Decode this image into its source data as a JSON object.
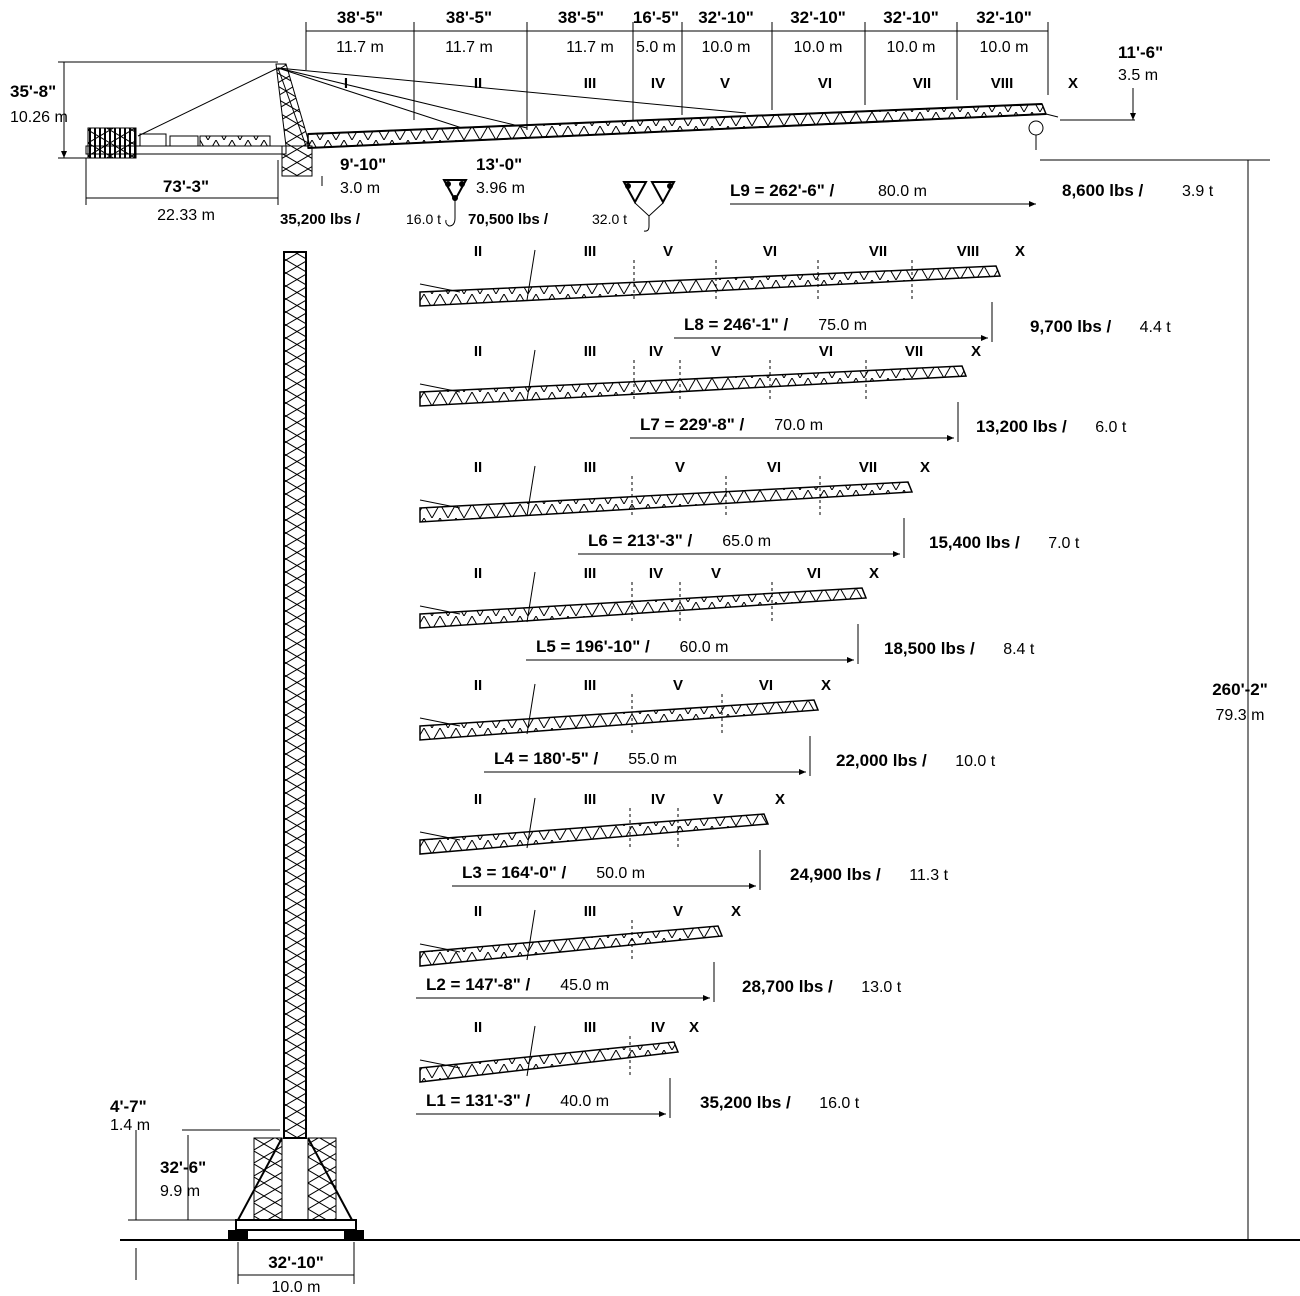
{
  "jib_sections": [
    {
      "ft": "38'-5\"",
      "m": "11.7 m",
      "roman": "I"
    },
    {
      "ft": "38'-5\"",
      "m": "11.7 m",
      "roman": "II"
    },
    {
      "ft": "38'-5\"",
      "m": "11.7 m",
      "roman": "III"
    },
    {
      "ft": "16'-5\"",
      "m": "5.0 m",
      "roman": "IV"
    },
    {
      "ft": "32'-10\"",
      "m": "10.0 m",
      "roman": "V"
    },
    {
      "ft": "32'-10\"",
      "m": "10.0 m",
      "roman": "VI"
    },
    {
      "ft": "32'-10\"",
      "m": "10.0 m",
      "roman": "VII"
    },
    {
      "ft": "32'-10\"",
      "m": "10.0 m",
      "roman": "VIII"
    }
  ],
  "tip_label": "X",
  "top_dims": {
    "height_ft": "35'-8\"",
    "height_m": "10.26 m",
    "tip_ft": "11'-6\"",
    "tip_m": "3.5 m",
    "counterjib_ft": "73'-3\"",
    "counterjib_m": "22.33 m",
    "pivot_ft": "9'-10\"",
    "pivot_m": "3.0 m",
    "hook_ft": "13'-0\"",
    "hook_m": "3.96 m"
  },
  "hooks": {
    "single_lbs": "35,200 lbs /",
    "single_t": "16.0 t",
    "double_lbs": "70,500 lbs /",
    "double_t": "32.0 t"
  },
  "l9": {
    "label": "L9 = 262'-6\" /",
    "m": "80.0 m",
    "lbs": "8,600 lbs /",
    "t": "3.9 t"
  },
  "configs": [
    {
      "romans": [
        "II",
        "III",
        "V",
        "VI",
        "VII",
        "VIII",
        "X"
      ],
      "label": "L8 = 246'-1\" /",
      "m": "75.0 m",
      "lbs": "9,700 lbs /",
      "t": "4.4 t"
    },
    {
      "romans": [
        "II",
        "III",
        "IV",
        "V",
        "VI",
        "VII",
        "X"
      ],
      "label": "L7 = 229'-8\" /",
      "m": "70.0 m",
      "lbs": "13,200 lbs /",
      "t": "6.0 t"
    },
    {
      "romans": [
        "II",
        "III",
        "V",
        "VI",
        "VII",
        "X"
      ],
      "label": "L6 = 213'-3\" /",
      "m": "65.0 m",
      "lbs": "15,400 lbs /",
      "t": "7.0 t"
    },
    {
      "romans": [
        "II",
        "III",
        "IV",
        "V",
        "VI",
        "X"
      ],
      "label": "L5 = 196'-10\" /",
      "m": "60.0 m",
      "lbs": "18,500 lbs /",
      "t": "8.4 t"
    },
    {
      "romans": [
        "II",
        "III",
        "V",
        "VI",
        "X"
      ],
      "label": "L4 = 180'-5\" /",
      "m": "55.0 m",
      "lbs": "22,000 lbs /",
      "t": "10.0 t"
    },
    {
      "romans": [
        "II",
        "III",
        "IV",
        "V",
        "X"
      ],
      "label": "L3 = 164'-0\" /",
      "m": "50.0 m",
      "lbs": "24,900 lbs /",
      "t": "11.3 t"
    },
    {
      "romans": [
        "II",
        "III",
        "V",
        "X"
      ],
      "label": "L2 = 147'-8\" /",
      "m": "45.0 m",
      "lbs": "28,700 lbs /",
      "t": "13.0 t"
    },
    {
      "romans": [
        "II",
        "III",
        "IV",
        "X"
      ],
      "label": "L1 = 131'-3\" /",
      "m": "40.0 m",
      "lbs": "35,200 lbs /",
      "t": "16.0 t"
    }
  ],
  "total_height": {
    "ft": "260'-2\"",
    "m": "79.3 m"
  },
  "base": {
    "a_ft": "4'-7\"",
    "a_m": "1.4 m",
    "b_ft": "32'-6\"",
    "b_m": "9.9 m",
    "width_ft": "32'-10\"",
    "width_m": "10.0 m"
  }
}
